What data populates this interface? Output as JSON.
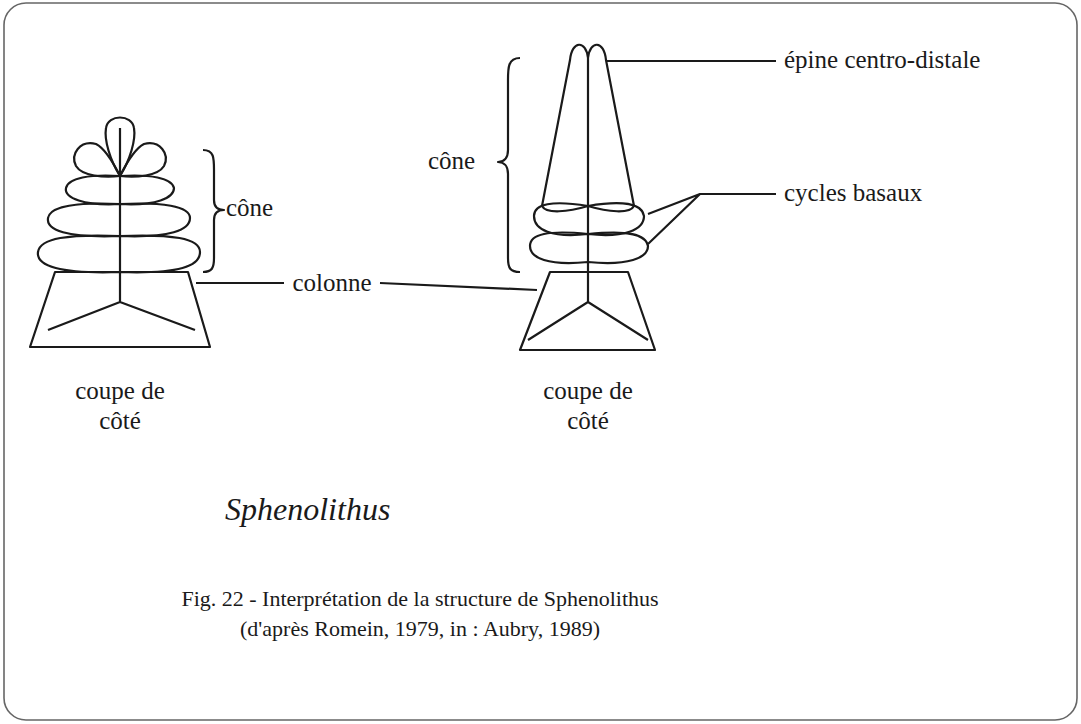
{
  "diagram": {
    "caption": "Fig. 22 - Interprétation de la structure de Sphenolithus (d'après Romein, 1979, in : Aubry, 1989)",
    "labels": [
      "cône",
      "colonne",
      "coupe de côté",
      "cône",
      "épine centro-distale",
      "cycles basaux",
      "coupe de côté",
      "Sphenolithus"
    ]
  }
}
